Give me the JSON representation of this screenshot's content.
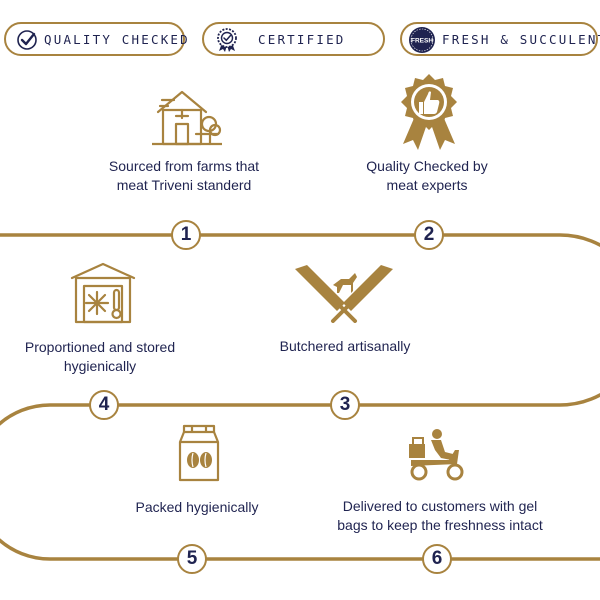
{
  "badges": [
    {
      "label": "QUALITY CHECKED",
      "icon": "checkmark-circle-icon"
    },
    {
      "label": "CERTIFIED",
      "icon": "certified-seal-icon"
    },
    {
      "label": "FRESH & SUCCULENT",
      "icon": "fresh-seal-icon",
      "seal_text": "FRESH"
    }
  ],
  "steps": [
    {
      "number": "1",
      "line1": "Sourced from farms that",
      "line2": "meat Triveni standerd",
      "icon": "farm-house-icon"
    },
    {
      "number": "2",
      "line1": "Quality Checked by",
      "line2": "meat experts",
      "icon": "thumbs-up-badge-icon"
    },
    {
      "number": "3",
      "line1": "Butchered artisanally",
      "line2": "",
      "icon": "crossed-cleavers-goat-icon"
    },
    {
      "number": "4",
      "line1": "Proportioned and stored",
      "line2": "hygienically",
      "icon": "cold-storage-icon"
    },
    {
      "number": "5",
      "line1": "Packed hygienically",
      "line2": "",
      "icon": "coffee-bag-package-icon"
    },
    {
      "number": "6",
      "line1": "Delivered to customers with gel",
      "line2": "bags to keep the freshness intact",
      "icon": "delivery-scooter-icon"
    }
  ],
  "colors": {
    "navy": "#1f2350",
    "gold": "#a8833f"
  }
}
